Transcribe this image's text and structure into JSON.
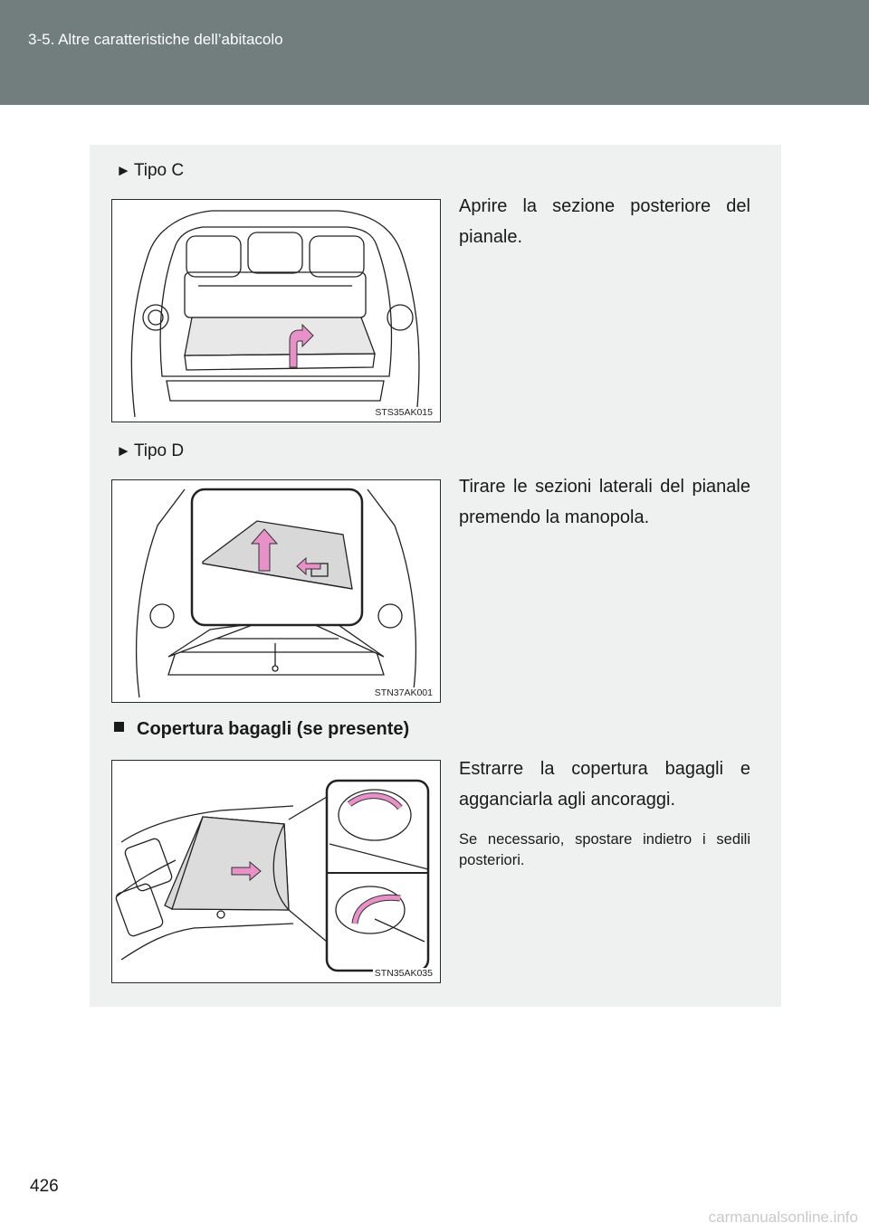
{
  "header": {
    "section_title": "3-5. Altre caratteristiche dell’abitacolo"
  },
  "sections": {
    "type_c": {
      "label": "Tipo C",
      "text": "Aprire la sezione posteriore del pianale.",
      "figure_code": "STS35AK015"
    },
    "type_d": {
      "label": "Tipo D",
      "text": "Tirare le sezioni laterali del pianale premendo la manopola.",
      "figure_code": "STN37AK001"
    },
    "cargo_cover": {
      "heading": "Copertura bagagli (se presente)",
      "text": "Estrarre la copertura bagagli e agganciarla agli ancoraggi.",
      "note": "Se necessario, spostare indietro i sedili posteriori.",
      "figure_code": "STN35AK035"
    }
  },
  "footer": {
    "page_number": "426",
    "watermark": "carmanualsonline.info"
  },
  "colors": {
    "header_bg": "#717e7d",
    "panel_bg": "#eff0f0",
    "arrow_pink": "#e890c8"
  },
  "icons": {
    "bullet": "triangle-right-icon",
    "heading_marker": "square-bullet-icon"
  }
}
